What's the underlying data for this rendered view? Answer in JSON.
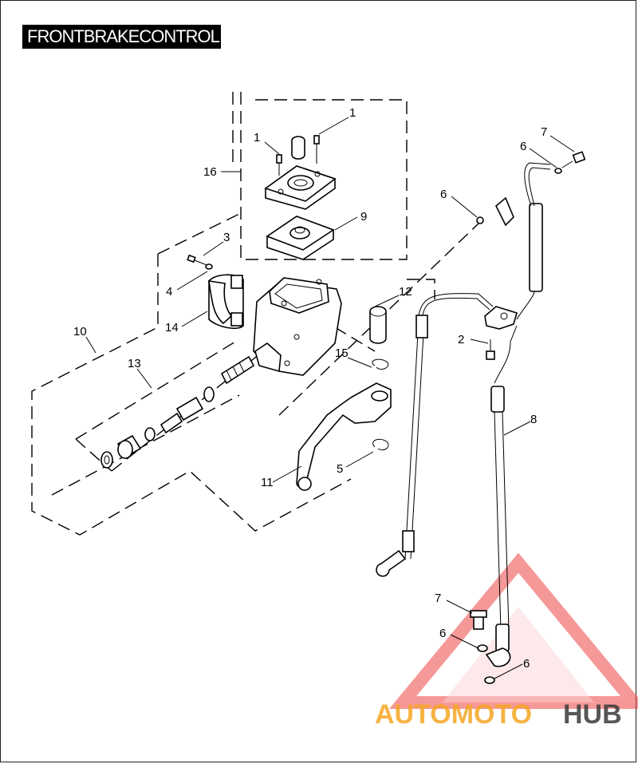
{
  "title": "FRONTBRAKECONTROL",
  "labels": {
    "l1a": "1",
    "l1b": "1",
    "l16": "16",
    "l9": "9",
    "l3": "3",
    "l4": "4",
    "l14": "14",
    "l12": "12",
    "l10": "10",
    "l13": "13",
    "l15": "15",
    "l11": "11",
    "l5": "5",
    "l2": "2",
    "l8": "8",
    "l7a": "7",
    "l6a": "6",
    "l6b": "6",
    "l7b": "7",
    "l6c": "6",
    "l6d": "6"
  },
  "watermark": {
    "part1": "AUTOMOTO",
    "part2": "HUB",
    "color1": "#f5a623",
    "color2": "#e94b4b",
    "color3": "#3a3a3a"
  },
  "colors": {
    "triangle": "#ee4444"
  }
}
